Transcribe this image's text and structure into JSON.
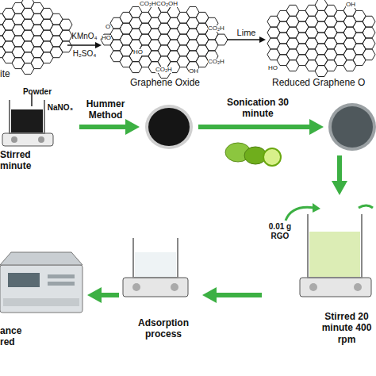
{
  "diagram": {
    "nodes": [
      {
        "text": [
          "ite"
        ]
      },
      {
        "text": [
          "Graphene Oxide"
        ]
      },
      {
        "text": [
          "Reduced Graphene O"
        ]
      },
      {
        "text": [
          "Powder",
          "NaNO₃",
          "Stirred minute"
        ]
      },
      {
        "text": [
          "0.01 g RGO",
          "Stirred 20 minute 400 rpm"
        ]
      },
      {
        "text": [
          "Adsorption process"
        ]
      },
      {
        "text": [
          "ance red"
        ]
      }
    ],
    "edges": [
      {
        "from": 0,
        "to": 1,
        "label": "KMnO₄ H₂SO₄",
        "arrow": "to"
      },
      {
        "from": 1,
        "to": 2,
        "label": "Lime",
        "arrow": "to"
      },
      {
        "from": 4,
        "to": 5,
        "arrow": "to"
      },
      {
        "from": 5,
        "to": 6,
        "arrow": "to"
      }
    ],
    "labels": [
      "CO₂HCO₂OH",
      "O",
      "HO",
      "CO₂H",
      "HO",
      "CO₂H",
      "OH",
      "CO₂H",
      "OH",
      "HO",
      "Hummer Method",
      "Sonication 30 minute"
    ]
  }
}
